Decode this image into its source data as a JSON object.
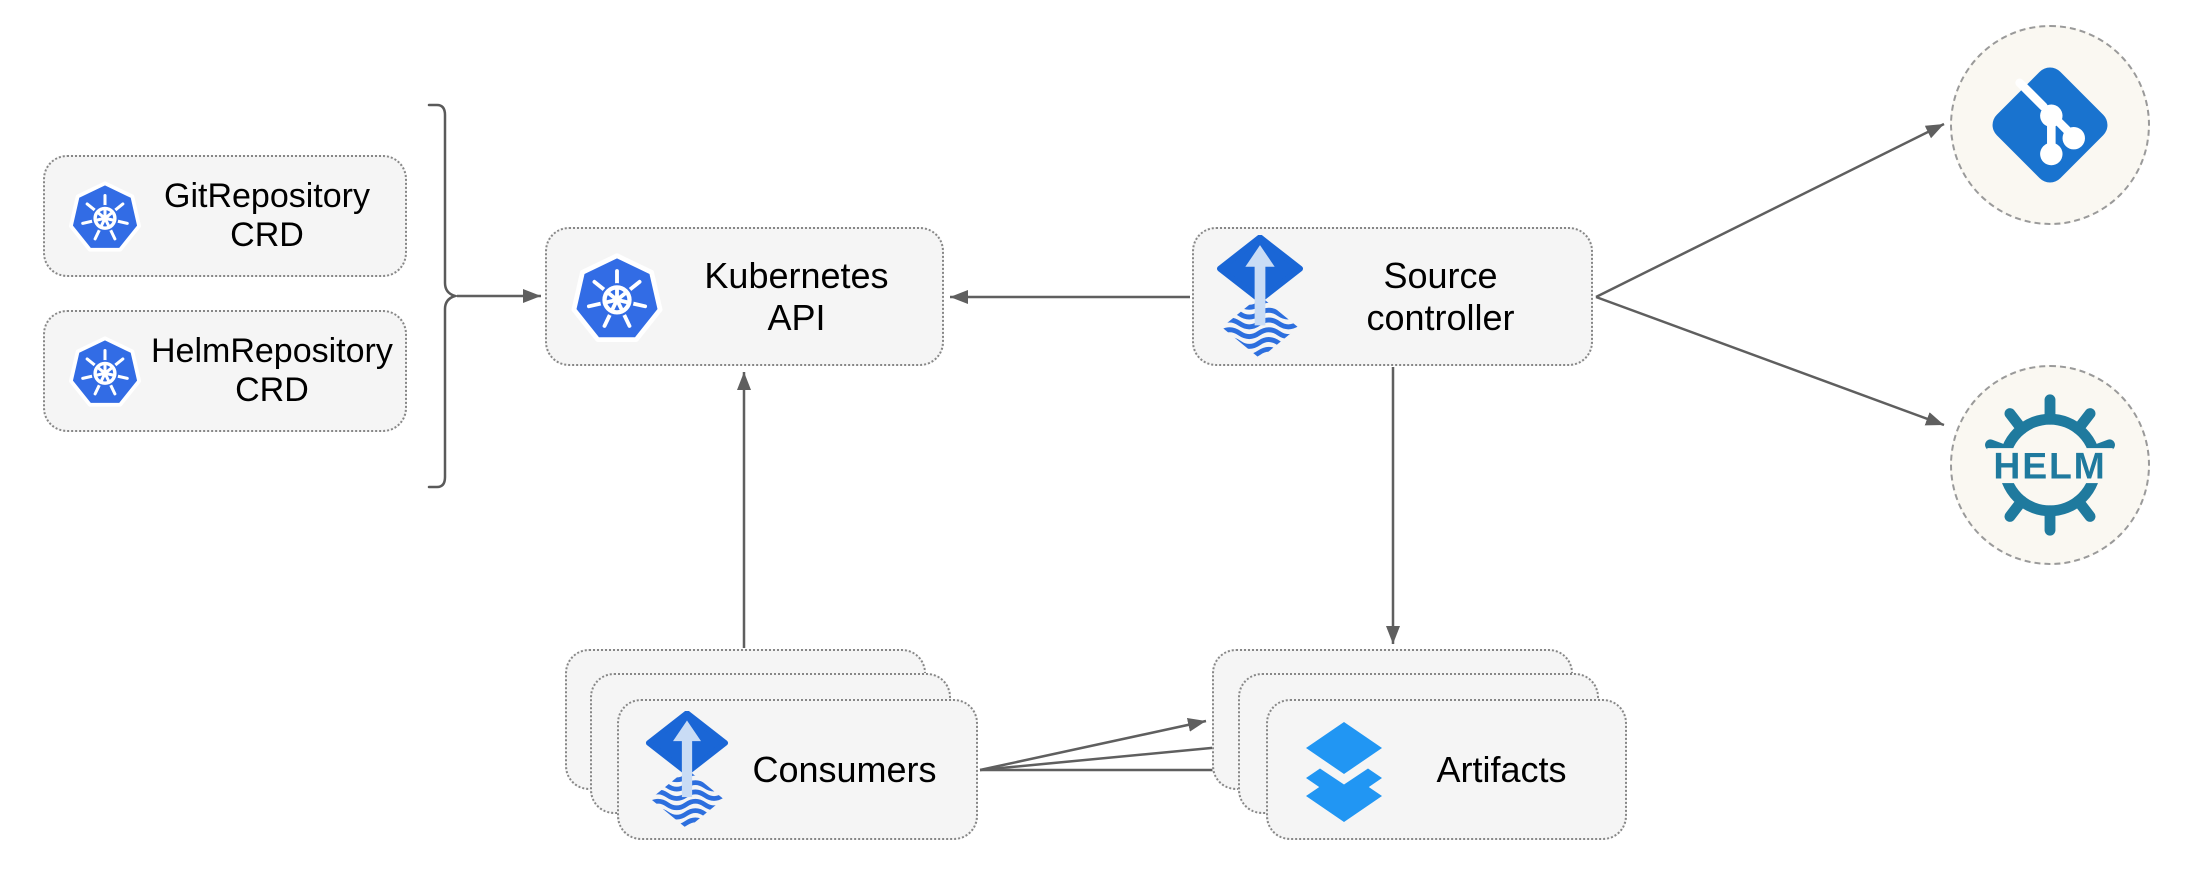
{
  "nodes": {
    "git_repository_crd": {
      "label": "GitRepository\nCRD",
      "icon": "kubernetes-icon"
    },
    "helm_repository_crd": {
      "label": "HelmRepository\nCRD",
      "icon": "kubernetes-icon"
    },
    "kubernetes_api": {
      "label": "Kubernetes API",
      "icon": "kubernetes-icon"
    },
    "source_controller": {
      "label": "Source\ncontroller",
      "icon": "flux-icon"
    },
    "consumers": {
      "label": "Consumers",
      "icon": "flux-icon",
      "stacked_copies": 3
    },
    "artifacts": {
      "label": "Artifacts",
      "icon": "layers-icon",
      "stacked_copies": 3
    },
    "git_endpoint": {
      "icon": "git-icon"
    },
    "helm_endpoint": {
      "icon": "helm-icon",
      "label": "HELM"
    }
  },
  "edges": [
    {
      "from": "crd-group-bracket",
      "to": "kubernetes_api",
      "type": "arrow"
    },
    {
      "from": "source_controller",
      "to": "kubernetes_api",
      "type": "arrow"
    },
    {
      "from": "consumers",
      "to": "kubernetes_api",
      "type": "arrow"
    },
    {
      "from": "source_controller",
      "to": "artifacts",
      "type": "arrow"
    },
    {
      "from": "source_controller",
      "to": "git_endpoint",
      "type": "arrow"
    },
    {
      "from": "source_controller",
      "to": "helm_endpoint",
      "type": "arrow"
    },
    {
      "from": "consumers",
      "to": "artifacts",
      "type": "arrow",
      "count": 3
    }
  ],
  "colors": {
    "node_fill": "#f5f5f5",
    "node_border": "#878787",
    "endpoint_fill": "#faf8f2",
    "endpoint_border": "#9a9a9a",
    "arrow": "#5f5f5f",
    "label_text": "#000000",
    "kubernetes_blue": "#326ce5",
    "flux_blue": "#1a66d6",
    "flux_arrow_light": "#c9dcf5",
    "flux_wave_blue": "#2d6fde",
    "git_blue": "#1973cf",
    "helm_teal": "#1f7a9e",
    "artifacts_blue": "#2196f3"
  }
}
